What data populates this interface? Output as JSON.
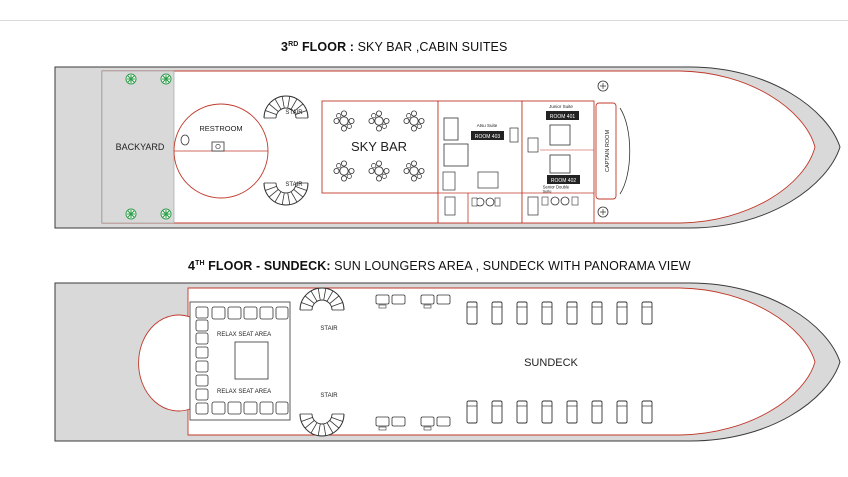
{
  "floor3": {
    "ordinal": "3",
    "ordinal_suffix": "RD",
    "name_prefix": " FLOOR :",
    "subtitle": " SKY BAR ,CABIN SUITES",
    "labels": {
      "backyard": "BACKYARD",
      "restroom": "RESTROOM",
      "stair_top": "STAIR",
      "stair_bottom": "STAIR",
      "sky_bar": "SKY BAR",
      "cabin_name": "Atsu Suite",
      "room_403": "ROOM 403",
      "room_401": "ROOM 401",
      "room_402": "ROOM 402",
      "junior_suite": "Junior Suite",
      "senior_double": "Senior Double",
      "suite_word": "Suite",
      "captain_room": "CAPTAIN ROOM"
    }
  },
  "floor4": {
    "ordinal": "4",
    "ordinal_suffix": "TH",
    "name_prefix": " FLOOR -  SUNDECK:",
    "subtitle": " SUN LOUNGERS AREA ,  SUNDECK WITH PANORAMA VIEW",
    "labels": {
      "relax_top": "RELAX SEAT AREA",
      "relax_bottom": "RELAX SEAT AREA",
      "stair_top": "STAIR",
      "stair_bottom": "STAIR",
      "sundeck": "SUNDECK"
    }
  },
  "colors": {
    "hull_fill": "#d9d9d9",
    "deck_fill": "#ffffff",
    "outline": "#3a3a3a",
    "accent_red": "#c0392b",
    "plant_green": "#2e9e4a"
  },
  "icons": [
    "plant-icon",
    "table-icon",
    "bed-icon",
    "lounger-icon",
    "stair-icon",
    "sofa-icon"
  ]
}
